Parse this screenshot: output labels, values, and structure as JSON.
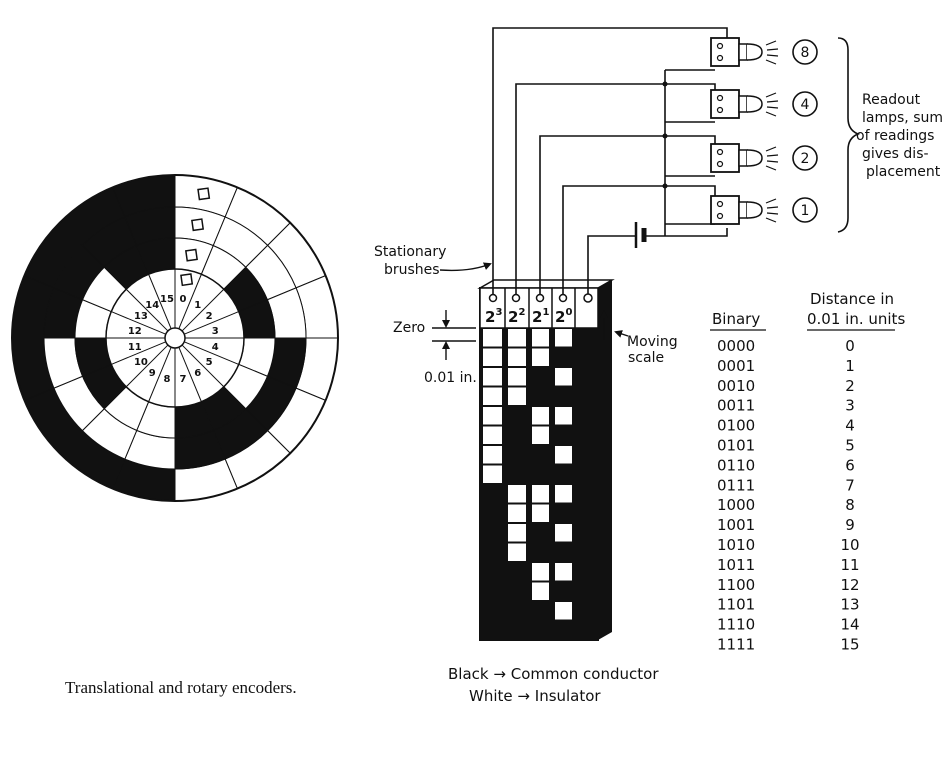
{
  "caption": "Translational and rotary encoders.",
  "rotary_encoder": {
    "segment_numbers": [
      "0",
      "1",
      "2",
      "3",
      "4",
      "5",
      "6",
      "7",
      "8",
      "9",
      "10",
      "11",
      "12",
      "13",
      "14",
      "15"
    ]
  },
  "labels": {
    "stationary_brushes_1": "Stationary",
    "stationary_brushes_2": "brushes",
    "zero": "Zero",
    "increment": "0.01 in.",
    "moving_scale_1": "Moving",
    "moving_scale_2": "scale",
    "readout_1": "Readout",
    "readout_2": "lamps, sum",
    "readout_3": "of readings",
    "readout_4": "gives dis-",
    "readout_5": "placement"
  },
  "track_labels": {
    "t3_base": "2",
    "t3_exp": "3",
    "t2_base": "2",
    "t2_exp": "2",
    "t1_base": "2",
    "t1_exp": "1",
    "t0_base": "2",
    "t0_exp": "0"
  },
  "lamps": [
    "8",
    "4",
    "2",
    "1"
  ],
  "legend": {
    "black": "Black",
    "black_meaning": "Common conductor",
    "white": "White",
    "white_meaning": "Insulator",
    "arrow": "→"
  },
  "table": {
    "header_binary": "Binary",
    "header_distance_1": "Distance in",
    "header_distance_2": "0.01 in. units",
    "rows": [
      {
        "binary": "0000",
        "distance": "0"
      },
      {
        "binary": "0001",
        "distance": "1"
      },
      {
        "binary": "0010",
        "distance": "2"
      },
      {
        "binary": "0011",
        "distance": "3"
      },
      {
        "binary": "0100",
        "distance": "4"
      },
      {
        "binary": "0101",
        "distance": "5"
      },
      {
        "binary": "0110",
        "distance": "6"
      },
      {
        "binary": "0111",
        "distance": "7"
      },
      {
        "binary": "1000",
        "distance": "8"
      },
      {
        "binary": "1001",
        "distance": "9"
      },
      {
        "binary": "1010",
        "distance": "10"
      },
      {
        "binary": "1011",
        "distance": "11"
      },
      {
        "binary": "1100",
        "distance": "12"
      },
      {
        "binary": "1101",
        "distance": "13"
      },
      {
        "binary": "1110",
        "distance": "14"
      },
      {
        "binary": "1111",
        "distance": "15"
      }
    ]
  }
}
